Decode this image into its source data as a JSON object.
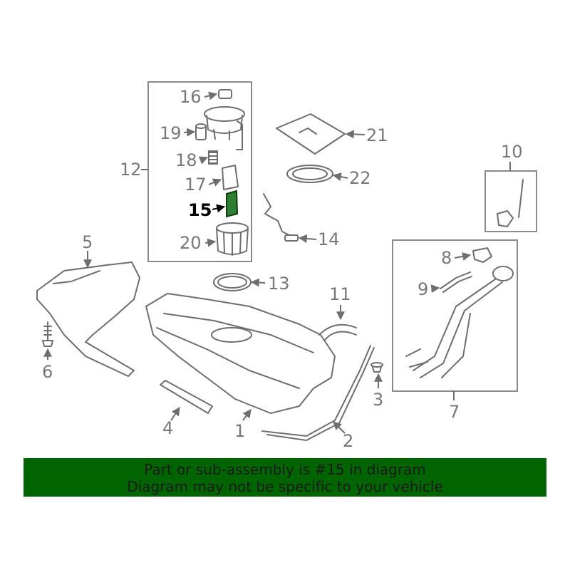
{
  "callouts": {
    "c1": "1",
    "c2": "2",
    "c3": "3",
    "c4": "4",
    "c5": "5",
    "c6": "6",
    "c7": "7",
    "c8": "8",
    "c9": "9",
    "c10": "10",
    "c11": "11",
    "c12": "12",
    "c13": "13",
    "c14": "14",
    "c15": "15",
    "c16": "16",
    "c17": "17",
    "c18": "18",
    "c19": "19",
    "c20": "20",
    "c21": "21",
    "c22": "22"
  },
  "highlight": {
    "part": "15",
    "color": "#2e7d32"
  },
  "banner": {
    "line1": "Part or sub-assembly is #15 in diagram",
    "line2": "Diagram may not be specific to your vehicle",
    "background": "#006400"
  }
}
